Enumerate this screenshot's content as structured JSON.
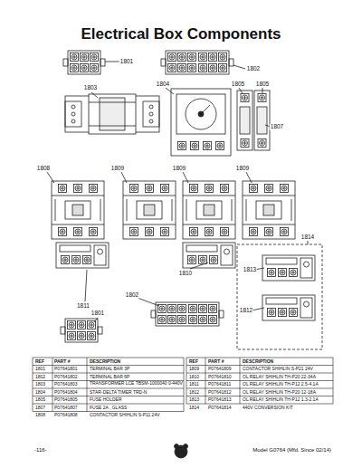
{
  "diagram": {
    "title": "Electrical Box Components",
    "labels": [
      "1801",
      "1802",
      "1803",
      "1804",
      "1805",
      "1805",
      "1807",
      "1808",
      "1809",
      "1809",
      "1809",
      "1814",
      "1813",
      "1810",
      "1811",
      "1802",
      "1801",
      "1812",
      "REF",
      "PART #",
      "DESCRIPTION",
      "REF",
      "PART #",
      "DESCRIPTION",
      "1801",
      "P07641801",
      "TERMINAL BAR 3P",
      "1809",
      "P07641809",
      "CONTACTOR SHIHLIN S-P21 24V",
      "1802",
      "P07641802",
      "TERMINAL BAR 6P",
      "1810",
      "P07641810",
      "OL RELAY SHIHLIN TH-P20 22-34A",
      "1803",
      "P07641803",
      "TRANSFORMER LCE TBSM-1000040 0-440V",
      "1811",
      "P07641811",
      "OL RELAY SHIHLIN TH-P12 2.5-4.1A",
      "1804",
      "P07641804",
      "STAR-DELTA TIMER TRD-N",
      "1812",
      "P07641812",
      "OL RELAY SHIHLIN TH-P20 12-18A",
      "1805",
      "P07641805",
      "FUSE HOLDER",
      "1813",
      "P07641813",
      "OL RELAY SHIHLIN TH-P12 1.3-2.1A",
      "1807",
      "P07641807",
      "FUSE 2A , GLASS",
      "1814",
      "P07641814",
      "440V CONVERSION KIT",
      "1808",
      "P07641808",
      "CONTACTOR SHIHLIN S-P11 24V",
      "-116-",
      "Model G0764 (Mfd. Since 02/14)"
    ]
  }
}
